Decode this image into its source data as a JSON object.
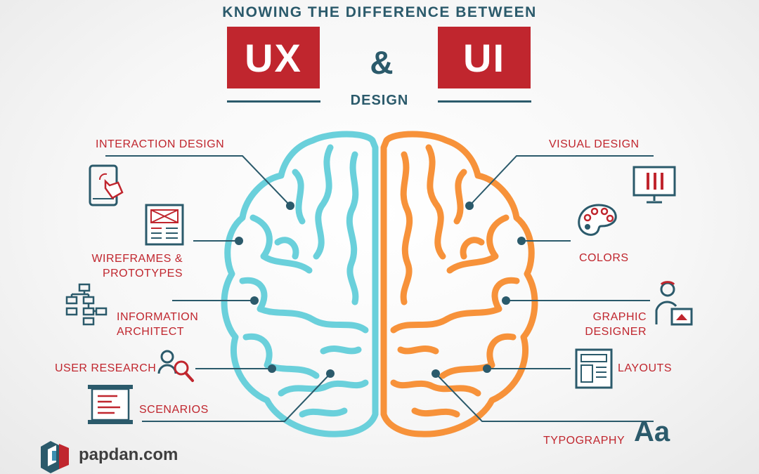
{
  "header": {
    "title": "KNOWING THE DIFFERENCE BETWEEN",
    "ux": "UX",
    "ampersand": "&",
    "ui": "UI",
    "design": "DESIGN"
  },
  "ux_labels": {
    "interaction_design": "INTERACTION DESIGN",
    "wireframes_line1": "WIREFRAMES &",
    "wireframes_line2": "PROTOTYPES",
    "information_line1": "INFORMATION",
    "information_line2": "ARCHITECT",
    "user_research": "USER RESEARCH",
    "scenarios": "SCENARIOS"
  },
  "ui_labels": {
    "visual_design": "VISUAL DESIGN",
    "colors": "COLORS",
    "graphic_line1": "GRAPHIC",
    "graphic_line2": "DESIGNER",
    "layouts": "LAYOUTS",
    "typography": "TYPOGRAPHY",
    "typography_glyph": "Aa"
  },
  "brand": {
    "name": "papdan.com"
  },
  "colors": {
    "accent_red": "#c0262e",
    "dark_teal": "#2b5a6b",
    "ux_brain": "#6ad0db",
    "ui_brain": "#f7923a"
  }
}
